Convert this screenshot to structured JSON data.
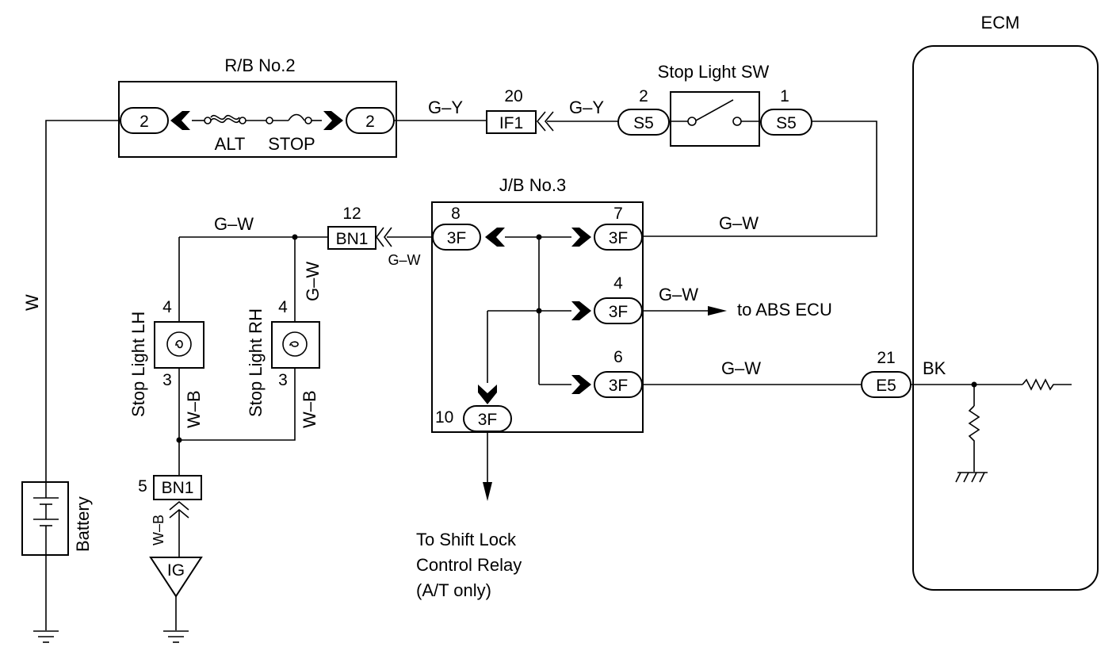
{
  "labels": {
    "ecm": "ECM",
    "rb2": "R/B No.2",
    "stop_light_sw": "Stop Light SW",
    "jb3": "J/B No.3",
    "alt": "ALT",
    "stop": "STOP",
    "to_abs": "to ABS ECU",
    "shift_lock_1": "To Shift Lock",
    "shift_lock_2": "Control Relay",
    "shift_lock_3": "(A/T only)",
    "stop_lh": "Stop Light LH",
    "stop_rh": "Stop Light RH",
    "battery": "Battery",
    "ig": "IG",
    "bk": "BK"
  },
  "wires": {
    "w": "W",
    "gy_1": "G–Y",
    "gy_2": "G–Y",
    "gw_top_left": "G–W",
    "gw_small": "G–W",
    "gw_rh": "G–W",
    "gw_right": "G–W",
    "gw_abs": "G–W",
    "gw_ecm": "G–W",
    "wb_lh": "W–B",
    "wb_rh": "W–B",
    "wb_ig": "W–B"
  },
  "connectors": {
    "rb_left": "2",
    "rb_right": "2",
    "if1": "IF1",
    "if1_pin": "20",
    "s5_left": "S5",
    "s5_left_pin": "2",
    "s5_right": "S5",
    "s5_right_pin": "1",
    "bn1_top": "BN1",
    "bn1_top_pin": "12",
    "jb_8": "3F",
    "jb_8_pin": "8",
    "jb_7": "3F",
    "jb_7_pin": "7",
    "jb_4": "3F",
    "jb_4_pin": "4",
    "jb_6": "3F",
    "jb_6_pin": "6",
    "jb_10": "3F",
    "jb_10_pin": "10",
    "e5": "E5",
    "e5_pin": "21",
    "bn1_bottom": "BN1",
    "bn1_bottom_pin": "5",
    "lh_top_pin": "4",
    "lh_bottom_pin": "3",
    "rh_top_pin": "4",
    "rh_bottom_pin": "3"
  }
}
